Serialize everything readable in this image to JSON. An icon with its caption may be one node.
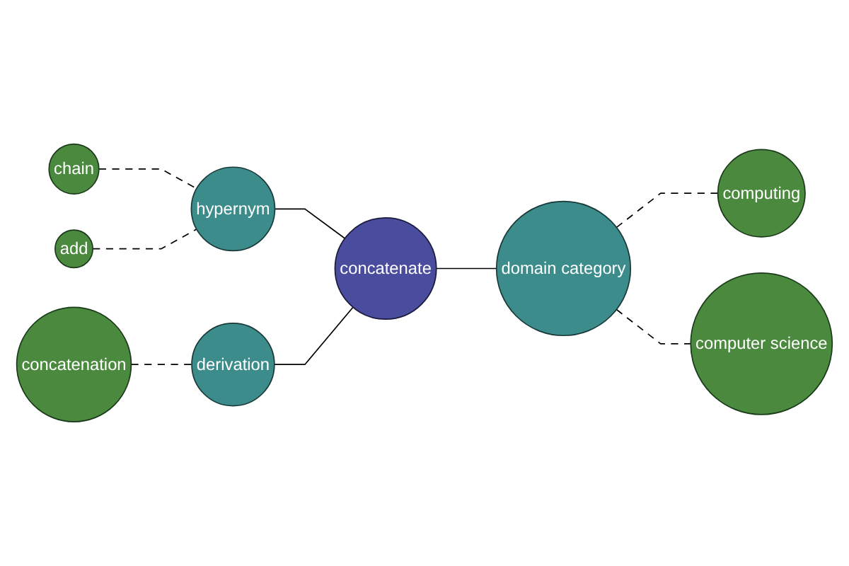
{
  "diagram": {
    "nodes": [
      {
        "text": [
          "chain"
        ]
      },
      {
        "text": [
          "add"
        ]
      },
      {
        "text": [
          "hypernym"
        ]
      },
      {
        "text": [
          "concatenation"
        ]
      },
      {
        "text": [
          "derivation"
        ]
      },
      {
        "text": [
          "concatenate"
        ]
      },
      {
        "text": [
          "domain category"
        ]
      },
      {
        "text": [
          "computing"
        ]
      },
      {
        "text": [
          "computer science"
        ]
      }
    ],
    "edges": [
      {
        "from": 0,
        "to": 2,
        "arrow": "none",
        "style": "dashed"
      },
      {
        "from": 1,
        "to": 2,
        "arrow": "none",
        "style": "dashed"
      },
      {
        "from": 3,
        "to": 4,
        "arrow": "none",
        "style": "dashed"
      },
      {
        "from": 2,
        "to": 5,
        "arrow": "none"
      },
      {
        "from": 4,
        "to": 5,
        "arrow": "none"
      },
      {
        "from": 5,
        "to": 6,
        "arrow": "none"
      },
      {
        "from": 6,
        "to": 7,
        "arrow": "none",
        "style": "dashed"
      },
      {
        "from": 6,
        "to": 8,
        "arrow": "none",
        "style": "dashed"
      }
    ]
  }
}
